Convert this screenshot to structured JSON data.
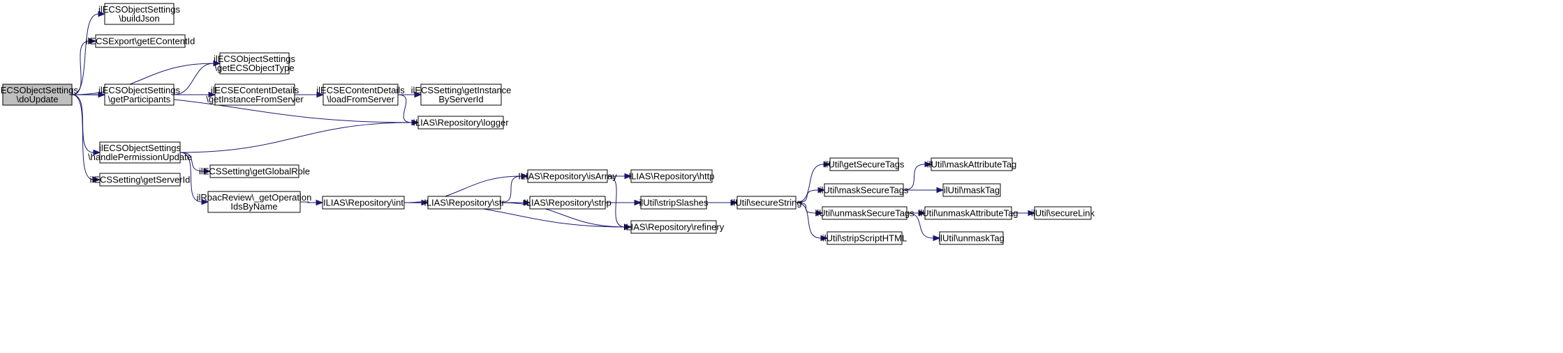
{
  "colors": {
    "edge": "#191970",
    "root_fill": "#bfbfbf",
    "node_fill": "#ffffff",
    "border": "#000000"
  },
  "nodes": [
    {
      "id": "doUpdate",
      "lines": [
        "ilECSObjectSettings",
        "\\doUpdate"
      ],
      "root": true
    },
    {
      "id": "buildJson",
      "lines": [
        "ilECSObjectSettings",
        "\\buildJson"
      ]
    },
    {
      "id": "getEContentId",
      "lines": [
        "ilECSExport\\getEContentId"
      ]
    },
    {
      "id": "getECSObjectType",
      "lines": [
        "ilECSObjectSettings",
        "\\getECSObjectType"
      ]
    },
    {
      "id": "getParticipants",
      "lines": [
        "ilECSObjectSettings",
        "\\getParticipants"
      ]
    },
    {
      "id": "getInstanceFromServer",
      "lines": [
        "ilECSEContentDetails",
        "\\getInstanceFromServer"
      ]
    },
    {
      "id": "loadFromServer",
      "lines": [
        "ilECSEContentDetails",
        "\\loadFromServer"
      ]
    },
    {
      "id": "getInstanceByServerId",
      "lines": [
        "ilECSSetting\\getInstance",
        "ByServerId"
      ]
    },
    {
      "id": "logger",
      "lines": [
        "ILIAS\\Repository\\logger"
      ]
    },
    {
      "id": "handlePermissionUpdate",
      "lines": [
        "ilECSObjectSettings",
        "\\handlePermissionUpdate"
      ]
    },
    {
      "id": "getGlobalRole",
      "lines": [
        "ilECSSetting\\getGlobalRole"
      ]
    },
    {
      "id": "getServerId",
      "lines": [
        "ilECSSetting\\getServerId"
      ]
    },
    {
      "id": "getOperationIdsByName",
      "lines": [
        "ilRbacReview\\_getOperation",
        "IdsByName"
      ]
    },
    {
      "id": "int",
      "lines": [
        "ILIAS\\Repository\\int"
      ]
    },
    {
      "id": "str",
      "lines": [
        "ILIAS\\Repository\\str"
      ]
    },
    {
      "id": "isArray",
      "lines": [
        "ILIAS\\Repository\\isArray"
      ]
    },
    {
      "id": "http",
      "lines": [
        "ILIAS\\Repository\\http"
      ]
    },
    {
      "id": "strip",
      "lines": [
        "ILIAS\\Repository\\strip"
      ]
    },
    {
      "id": "refinery",
      "lines": [
        "ILIAS\\Repository\\refinery"
      ]
    },
    {
      "id": "stripSlashes",
      "lines": [
        "ilUtil\\stripSlashes"
      ]
    },
    {
      "id": "secureString",
      "lines": [
        "ilUtil\\secureString"
      ]
    },
    {
      "id": "getSecureTags",
      "lines": [
        "ilUtil\\getSecureTags"
      ]
    },
    {
      "id": "maskSecureTags",
      "lines": [
        "ilUtil\\maskSecureTags"
      ]
    },
    {
      "id": "unmaskSecureTags",
      "lines": [
        "ilUtil\\unmaskSecureTags"
      ]
    },
    {
      "id": "stripScriptHTML",
      "lines": [
        "ilUtil\\stripScriptHTML"
      ]
    },
    {
      "id": "maskAttributeTag",
      "lines": [
        "ilUtil\\maskAttributeTag"
      ]
    },
    {
      "id": "maskTag",
      "lines": [
        "ilUtil\\maskTag"
      ]
    },
    {
      "id": "unmaskAttributeTag",
      "lines": [
        "ilUtil\\unmaskAttributeTag"
      ]
    },
    {
      "id": "unmaskTag",
      "lines": [
        "ilUtil\\unmaskTag"
      ]
    },
    {
      "id": "secureLink",
      "lines": [
        "ilUtil\\secureLink"
      ]
    }
  ],
  "edges": [
    [
      "doUpdate",
      "buildJson"
    ],
    [
      "doUpdate",
      "getEContentId"
    ],
    [
      "doUpdate",
      "getECSObjectType"
    ],
    [
      "doUpdate",
      "getParticipants"
    ],
    [
      "doUpdate",
      "logger"
    ],
    [
      "doUpdate",
      "handlePermissionUpdate"
    ],
    [
      "doUpdate",
      "getServerId"
    ],
    [
      "getParticipants",
      "getECSObjectType"
    ],
    [
      "getParticipants",
      "getInstanceFromServer"
    ],
    [
      "getInstanceFromServer",
      "loadFromServer"
    ],
    [
      "loadFromServer",
      "getInstanceByServerId"
    ],
    [
      "loadFromServer",
      "logger"
    ],
    [
      "handlePermissionUpdate",
      "logger"
    ],
    [
      "handlePermissionUpdate",
      "getGlobalRole"
    ],
    [
      "handlePermissionUpdate",
      "getOperationIdsByName"
    ],
    [
      "getOperationIdsByName",
      "int"
    ],
    [
      "int",
      "isArray"
    ],
    [
      "int",
      "str"
    ],
    [
      "int",
      "refinery"
    ],
    [
      "str",
      "isArray"
    ],
    [
      "str",
      "strip"
    ],
    [
      "str",
      "refinery"
    ],
    [
      "isArray",
      "http"
    ],
    [
      "isArray",
      "refinery"
    ],
    [
      "strip",
      "stripSlashes"
    ],
    [
      "stripSlashes",
      "secureString"
    ],
    [
      "secureString",
      "getSecureTags"
    ],
    [
      "secureString",
      "maskSecureTags"
    ],
    [
      "secureString",
      "unmaskSecureTags"
    ],
    [
      "secureString",
      "stripScriptHTML"
    ],
    [
      "maskSecureTags",
      "maskAttributeTag"
    ],
    [
      "maskSecureTags",
      "maskTag"
    ],
    [
      "unmaskSecureTags",
      "unmaskAttributeTag"
    ],
    [
      "unmaskSecureTags",
      "unmaskTag"
    ],
    [
      "unmaskAttributeTag",
      "secureLink"
    ]
  ]
}
